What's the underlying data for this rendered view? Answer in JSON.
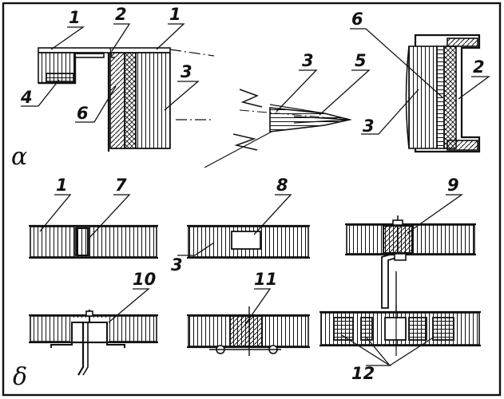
{
  "section_labels": {
    "top": "α",
    "bottom": "δ"
  },
  "callouts": {
    "a_top_left_skin": "1",
    "a_gap_strip": "2",
    "a_top_right_skin": "1",
    "a_core_left": "3",
    "a_edge_insert": "4",
    "a_adhesive_left": "6",
    "a_taper_core": "3",
    "a_taper_tip": "5",
    "a_channel_adhesive": "6",
    "a_channel_cap": "2",
    "a_channel_core": "3",
    "b_skin": "1",
    "b_splice": "7",
    "b_potted_insert": "8",
    "b_core": "3",
    "b_through_insert": "9",
    "b_bracket_fitting": "10",
    "b_bolt_block": "11",
    "b_local_reinforcement": "12"
  },
  "colors": {
    "ink": "#111111",
    "paper": "#ffffff"
  }
}
